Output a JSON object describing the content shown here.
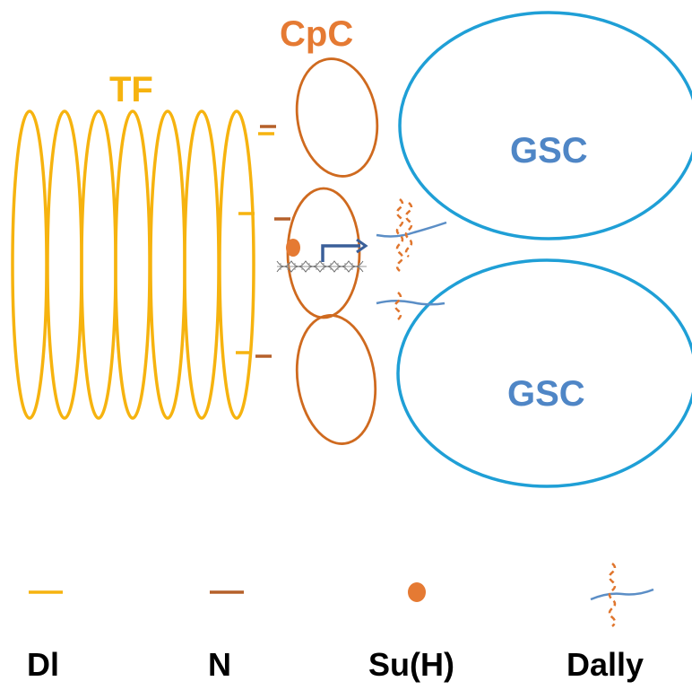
{
  "colors": {
    "tf": "#f6b30f",
    "cpc": "#cf6a1f",
    "cpc_label": "#e57a33",
    "gsc": "#1f9fd6",
    "gsc_label": "#4f86c6",
    "dl": "#f6b30f",
    "n": "#b5602a",
    "suh": "#e57a33",
    "dally_core": "#5b8ec6",
    "dally_chain": "#e0762e",
    "text": "#000000"
  },
  "labels": {
    "tf": "TF",
    "cpc": "CpC",
    "gsc_top": "GSC",
    "gsc_bottom": "GSC"
  },
  "legend": {
    "dl": "Dl",
    "n": "N",
    "suh": "Su(H)",
    "dally": "Dally"
  }
}
